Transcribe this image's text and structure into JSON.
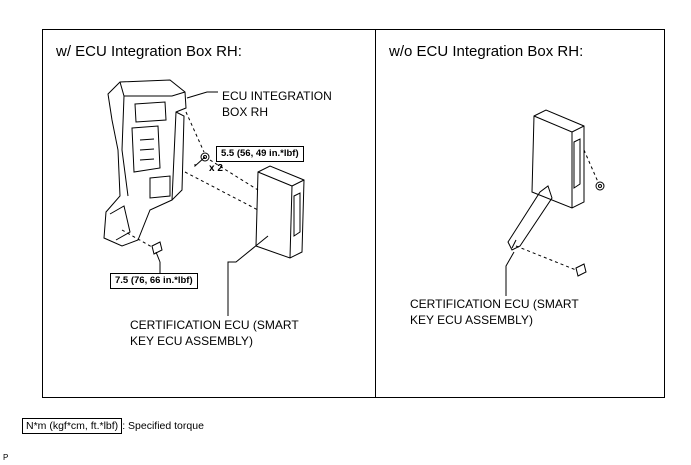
{
  "left_panel": {
    "title": "w/ ECU Integration Box RH:",
    "integration_box_label_line1": "ECU INTEGRATION",
    "integration_box_label_line2": "BOX RH",
    "torque_upper": "5.5 (56, 49 in.*lbf)",
    "quantity": "x 2",
    "torque_lower": "7.5 (76, 66 in.*lbf)",
    "ecu_label_line1": "CERTIFICATION ECU (SMART",
    "ecu_label_line2": "KEY ECU ASSEMBLY)"
  },
  "right_panel": {
    "title": "w/o ECU Integration Box RH:",
    "ecu_label_line1": "CERTIFICATION ECU (SMART",
    "ecu_label_line2": "KEY ECU ASSEMBLY)"
  },
  "legend": {
    "unit_box": "N*m (kgf*cm, ft.*lbf)",
    "description": ": Specified torque"
  },
  "footer_code": "P"
}
